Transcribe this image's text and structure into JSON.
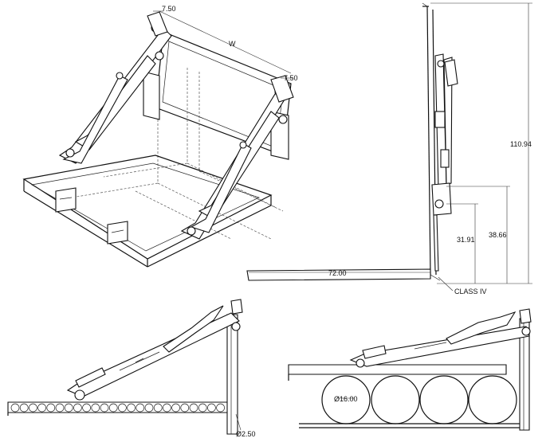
{
  "iso_view": {
    "dim_top_left": "7.50",
    "dim_width": "W",
    "dim_top_right": "7.50"
  },
  "side_view": {
    "dim_overall_height": "110.94",
    "dim_pivot_height_1": "38.66",
    "dim_pivot_height_2": "31.91",
    "dim_fork_length": "72.00",
    "carriage_class": "CLASS IV"
  },
  "bottom_left_view": {
    "dim_pipe_diameter": "Ø2.50"
  },
  "bottom_right_view": {
    "dim_pipe_diameter": "Ø16.00"
  }
}
